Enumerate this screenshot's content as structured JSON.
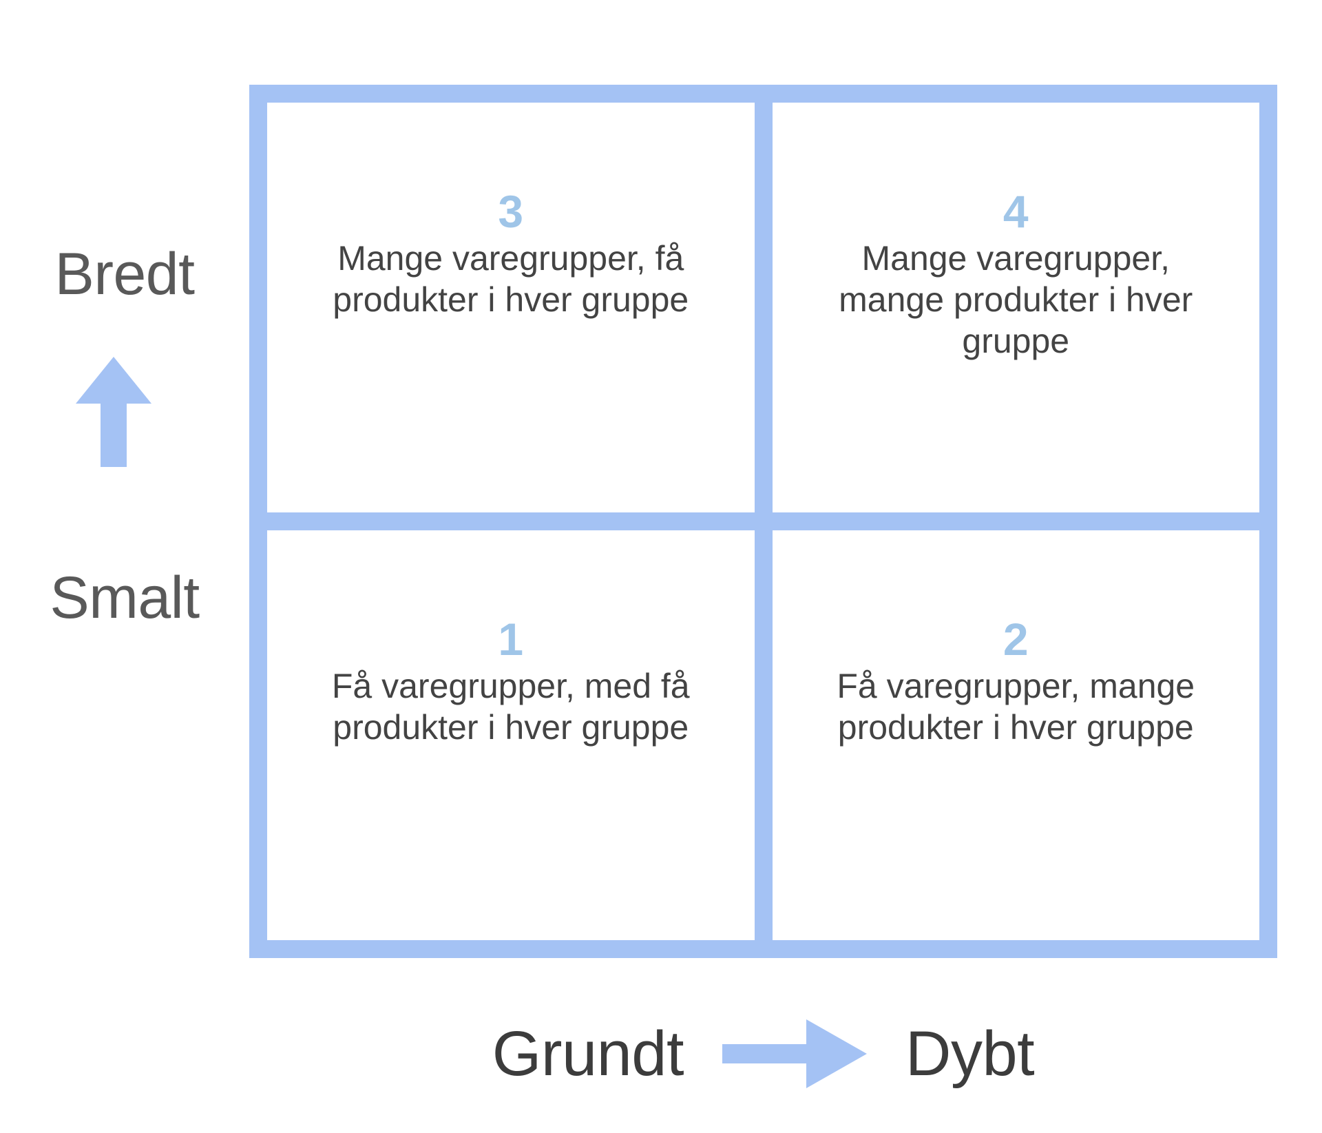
{
  "axes": {
    "y": {
      "high_label": "Bredt",
      "low_label": "Smalt",
      "arrow_icon": "arrow-up-icon",
      "arrow_color": "#A4C2F4"
    },
    "x": {
      "low_label": "Grundt",
      "high_label": "Dybt",
      "arrow_icon": "arrow-right-icon",
      "arrow_color": "#A4C2F4"
    }
  },
  "colors": {
    "frame": "#A4C2F4",
    "number": "#9FC5E8",
    "body_text": "#434343",
    "axis_text": "#595959",
    "cell_background": "#ffffff"
  },
  "chart_data": {
    "type": "table",
    "title": "",
    "xlabel": "Grundt → Dybt",
    "ylabel": "Smalt → Bredt",
    "rows": 2,
    "cols": 2,
    "quadrants": [
      {
        "number": "3",
        "text": "Mange varegrupper, få produkter i hver gruppe",
        "row": "top",
        "col": "left"
      },
      {
        "number": "4",
        "text": "Mange varegrupper, mange produkter i hver gruppe",
        "row": "top",
        "col": "right"
      },
      {
        "number": "1",
        "text": "Få varegrupper, med få produkter i hver gruppe",
        "row": "bottom",
        "col": "left"
      },
      {
        "number": "2",
        "text": "Få varegrupper, mange produkter i hver gruppe",
        "row": "bottom",
        "col": "right"
      }
    ]
  }
}
